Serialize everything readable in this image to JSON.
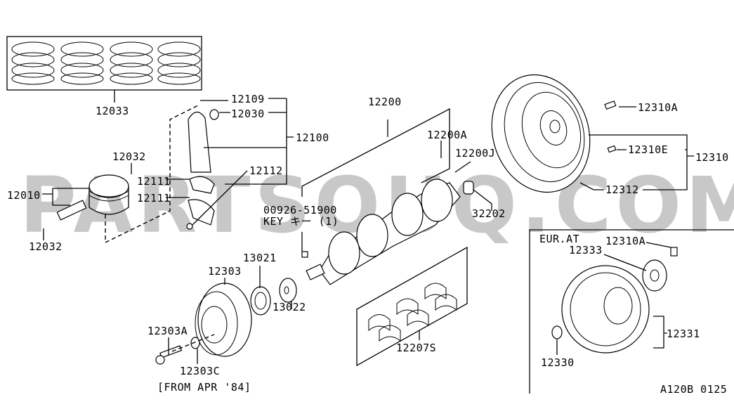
{
  "watermark": "PARTSOUQ.COM",
  "diagram_code": "A120B 0125",
  "labels": {
    "piston_rings": "12033",
    "bolt_conrod": "12109",
    "bushing": "12030",
    "conrod_assy": "12100",
    "snap_ring_top": "12032",
    "bearing_upper": "12111",
    "bearing_lower": "12111",
    "nut_conrod": "12112",
    "piston": "12010",
    "snap_ring_bottom": "12032",
    "crankshaft": "12200",
    "plug_a": "12200A",
    "plug_j": "12200J",
    "key_part": "00926-51900",
    "key_name": "KEY キー (1)",
    "pilot_bushing": "32202",
    "flywheel_bolt": "12310A",
    "dowel": "12310E",
    "flywheel_assy": "12310",
    "ring_gear": "12312",
    "sprocket": "13021",
    "pulley": "12303",
    "washer": "13022",
    "pulley_bolt": "12303A",
    "pulley_washer": "12303C",
    "note": "[FROM APR '84]",
    "main_bearings": "12207S",
    "inset_title": "EUR.AT",
    "inset_bolt": "12310A",
    "inset_plate": "12333",
    "drive_plate": "12331",
    "spacer": "12330"
  }
}
